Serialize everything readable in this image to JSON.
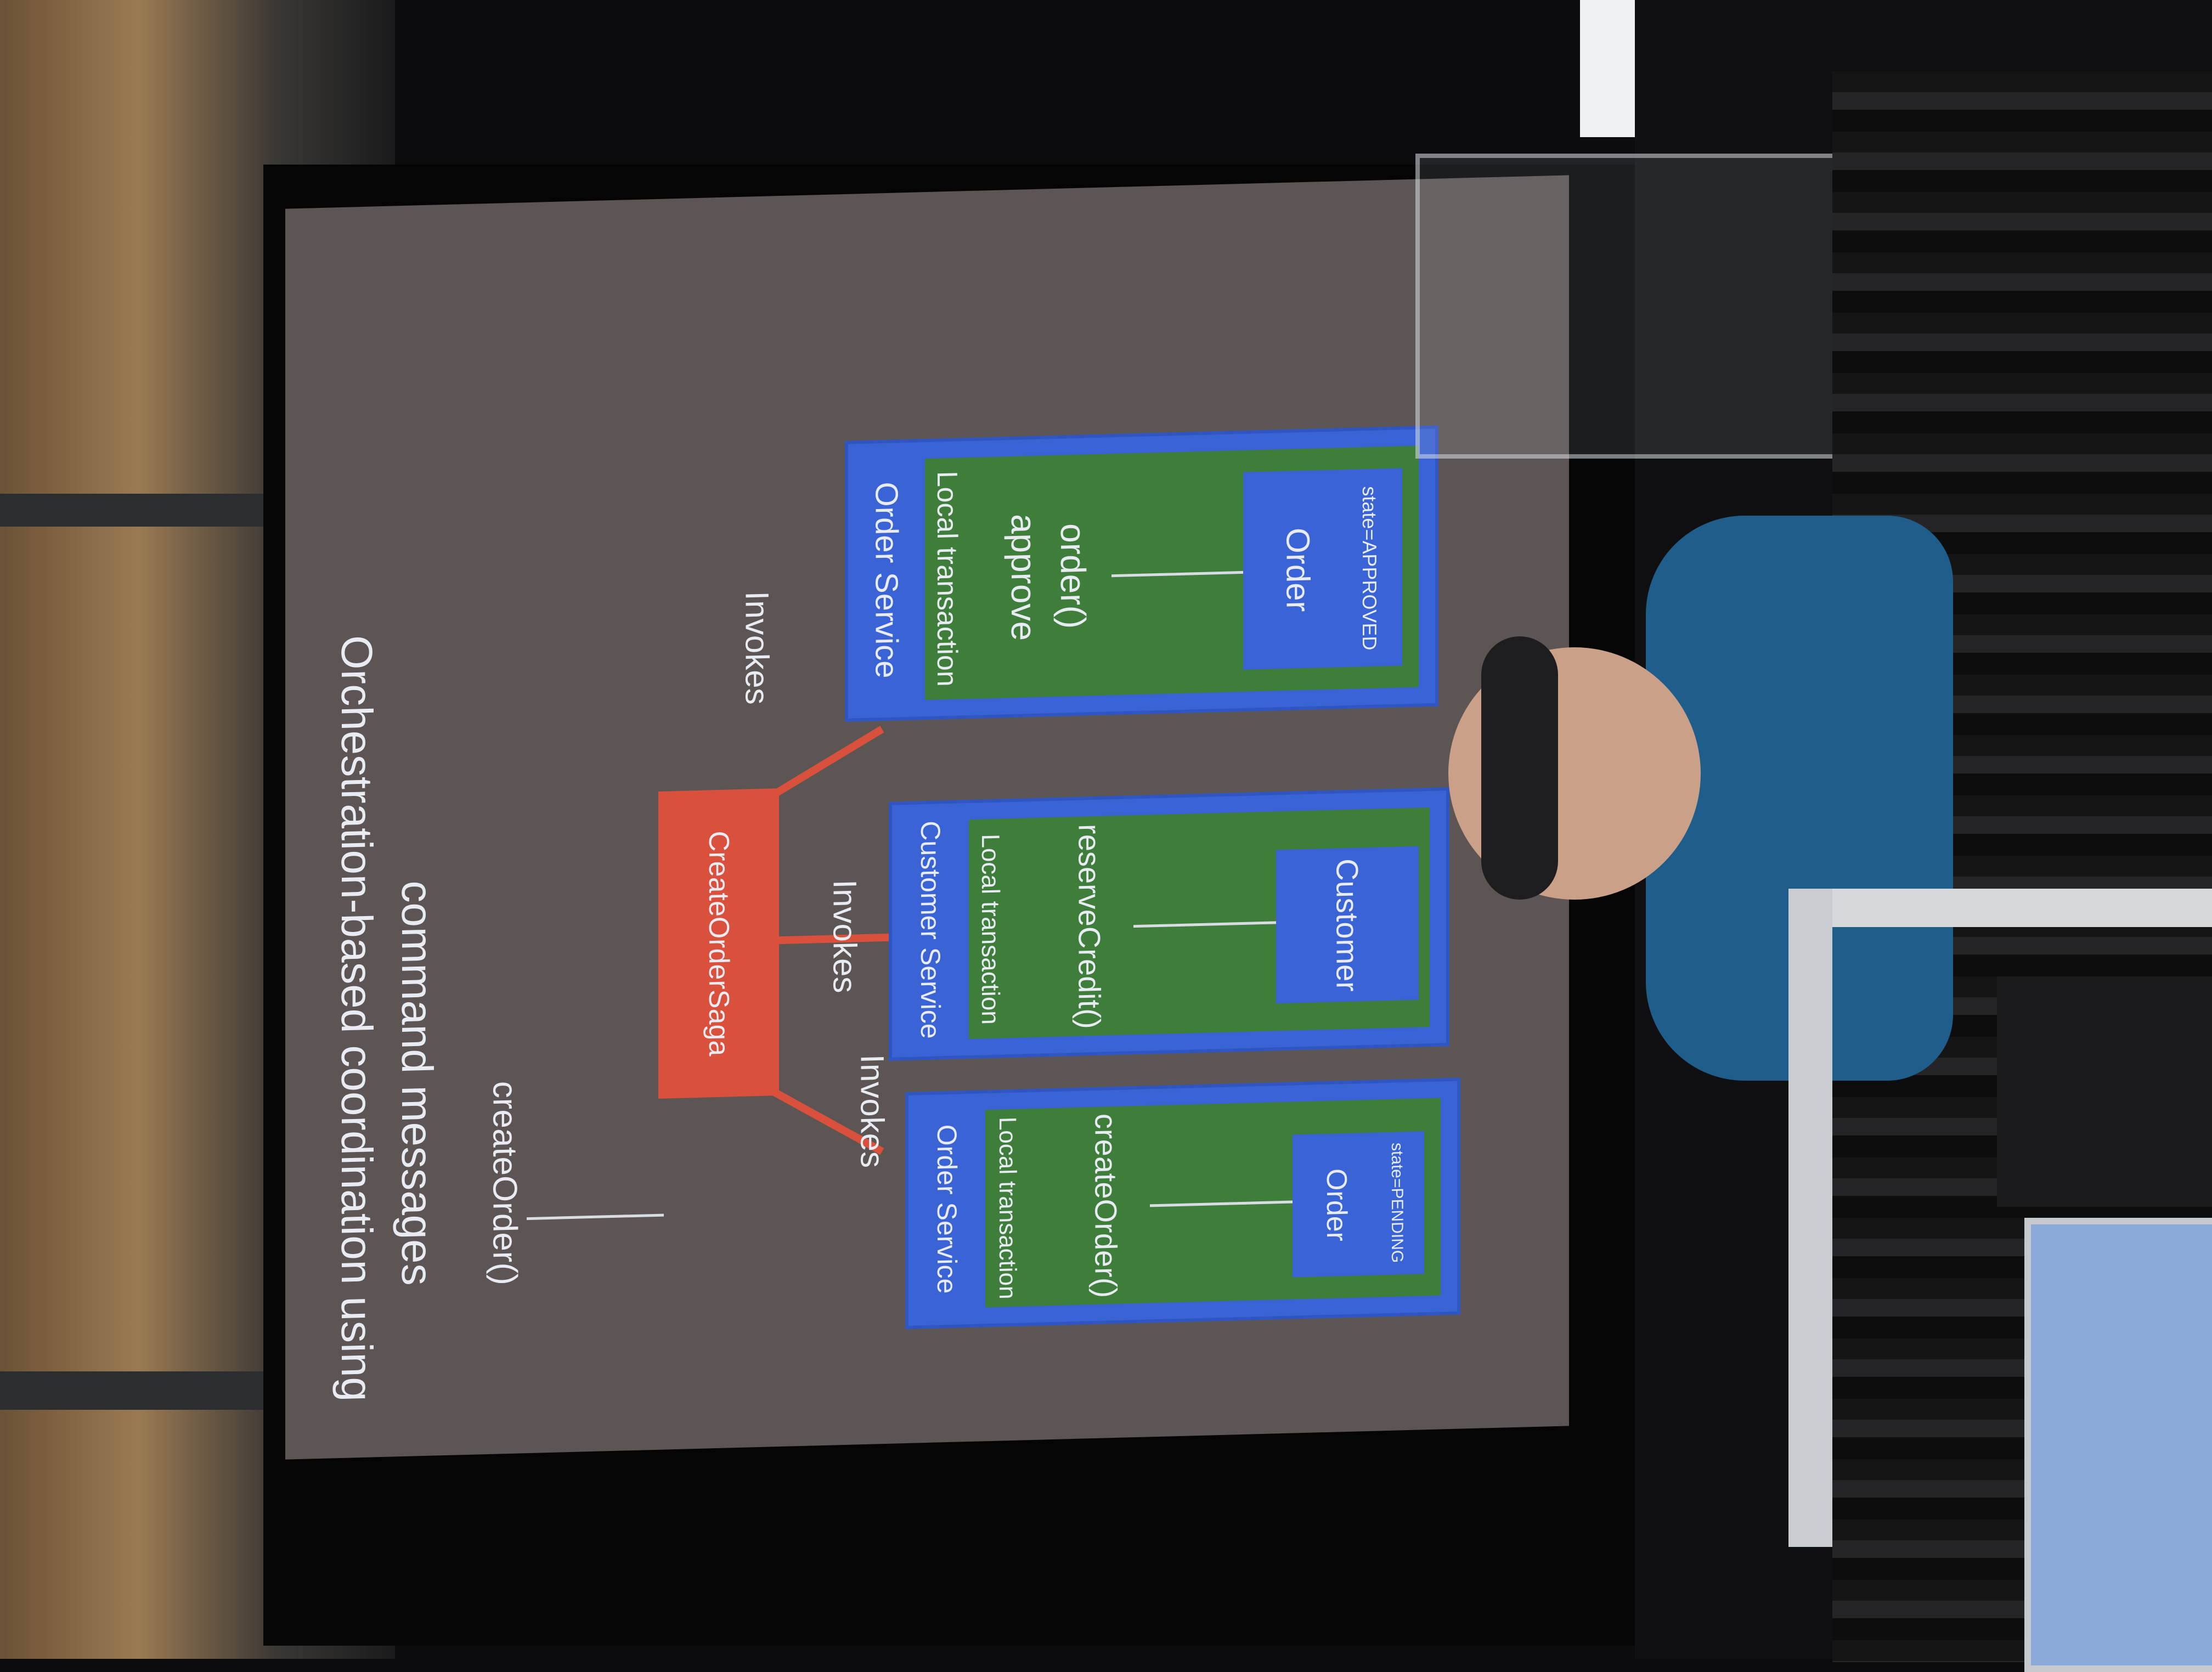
{
  "slide": {
    "title": "Orchestration-based coordination using",
    "subtitle": "command messages",
    "saga_label": "CreateOrderSaga",
    "invokes_1": "Invokes",
    "invokes_2": "Invokes",
    "invokes_3": "Invokes",
    "left_call": "createOrder()",
    "services": [
      {
        "name": "Order Service",
        "transaction": "Local transaction",
        "method": "createOrder()",
        "entity": "Order",
        "state": "state=PENDING"
      },
      {
        "name": "Customer Service",
        "transaction": "Local transaction",
        "method": "reserveCredit()",
        "entity": "Customer",
        "state": ""
      },
      {
        "name": "Order Service",
        "transaction": "Local transaction",
        "method_line1": "approve",
        "method_line2": "order()",
        "entity": "Order",
        "state": "state=APPROVED"
      }
    ]
  },
  "colors": {
    "slide_bg": "#5c5553",
    "service_blue": "#3a64d6",
    "transaction_green": "#3f7d3a",
    "saga_red": "#d9503d",
    "text": "#e8ecf2"
  }
}
